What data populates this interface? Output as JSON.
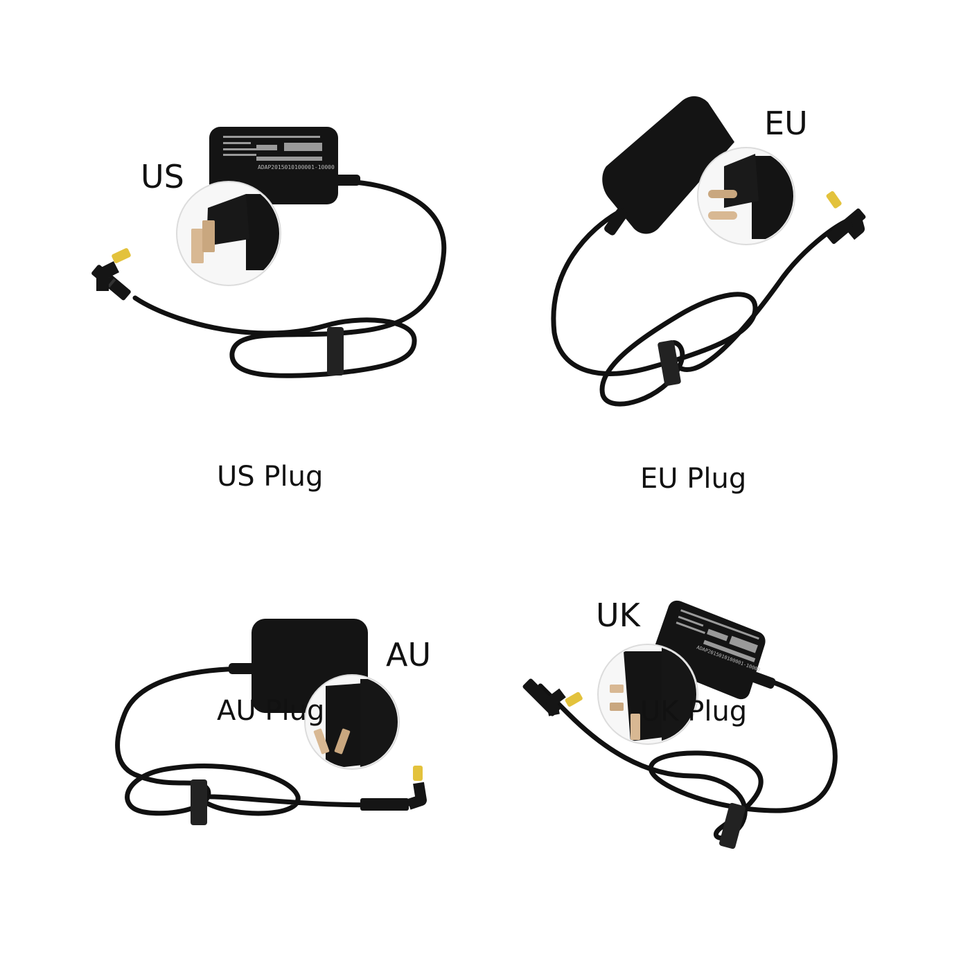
{
  "panels": {
    "us": {
      "tag": "US",
      "caption": "US Plug",
      "print": {
        "serial": "ADAP2015010100001-10000"
      }
    },
    "eu": {
      "tag": "EU",
      "caption": "EU Plug"
    },
    "au": {
      "tag": "AU",
      "caption": "AU Plug"
    },
    "uk": {
      "tag": "UK",
      "caption": "UK Plug",
      "print": {
        "serial": "ADAP2015010100001-10000"
      }
    }
  },
  "colors": {
    "adapter": "#141414",
    "cable": "#111111",
    "tip": "#e3c23c",
    "inset_bg": "#f7f7f7"
  }
}
